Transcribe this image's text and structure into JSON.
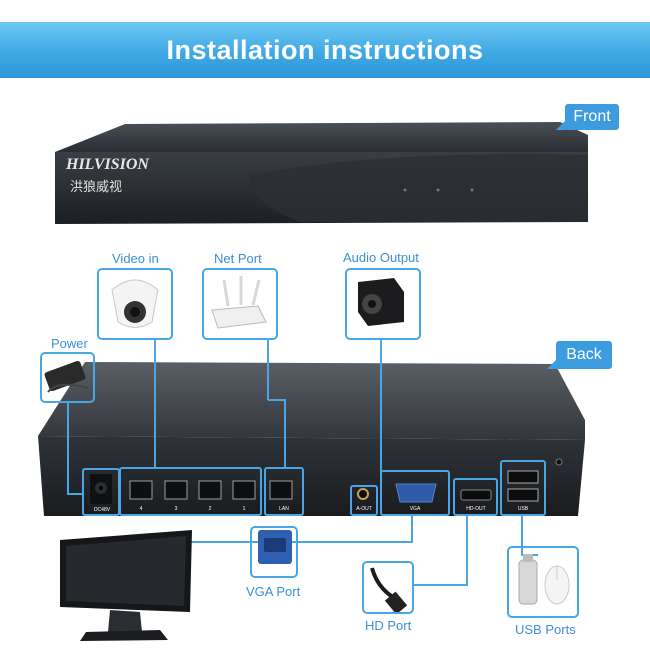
{
  "banner": {
    "title": "Installation instructions"
  },
  "callouts": {
    "front": "Front",
    "back": "Back"
  },
  "device": {
    "brand": "HILVISION",
    "brand_cn": "洪狼威视"
  },
  "labels": {
    "video_in": "Video in",
    "net_port": "Net Port",
    "audio_output": "Audio Output",
    "power": "Power",
    "vga_port": "VGA Port",
    "hd_port": "HD Port",
    "usb_ports": "USB Ports"
  },
  "rear_panel": {
    "dc": "DC48V",
    "poe_ports": [
      "4",
      "3",
      "2",
      "1"
    ],
    "lan": "LAN",
    "aout": "A-OUT",
    "vga": "VGA",
    "hdout": "HD-OUT",
    "usb": "USB"
  },
  "colors": {
    "accent": "#3d9be0",
    "line": "#4aa5e4"
  }
}
